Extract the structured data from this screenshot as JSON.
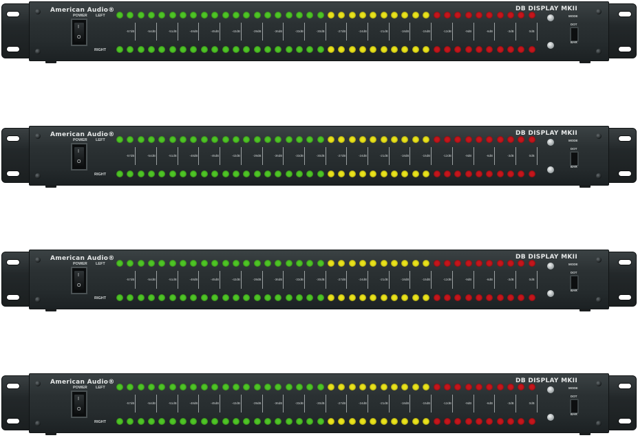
{
  "panel": {
    "brand": "American Audio®",
    "model": "DB DISPLAY MKII",
    "power_label": "POWER",
    "left_label": "LEFT",
    "right_label": "RIGHT",
    "mode_labels": [
      "MODE",
      "DOT",
      "BAR"
    ],
    "switch_on_mark": "I",
    "switch_off_mark": "O",
    "scale_labels": [
      "-57dB",
      "-54dB",
      "-51dB",
      "-48dB",
      "-45dB",
      "-42dB",
      "-39dB",
      "-36dB",
      "-33dB",
      "-30dB",
      "-27dB",
      "-24dB",
      "-21dB",
      "-18dB",
      "-15dB",
      "-12dB",
      "-9dB",
      "-6dB",
      "-3dB",
      "0dB"
    ]
  },
  "units_count_shown": 4,
  "leds_per_row": 40,
  "led_colors": {
    "green_count": 20,
    "yellow_count": 10,
    "red_count": 10,
    "green": "#4ec426",
    "yellow": "#e9e21c",
    "red": "#c4161c"
  },
  "colors": {
    "panel": "#2b3133",
    "text": "#e6e8e8"
  }
}
